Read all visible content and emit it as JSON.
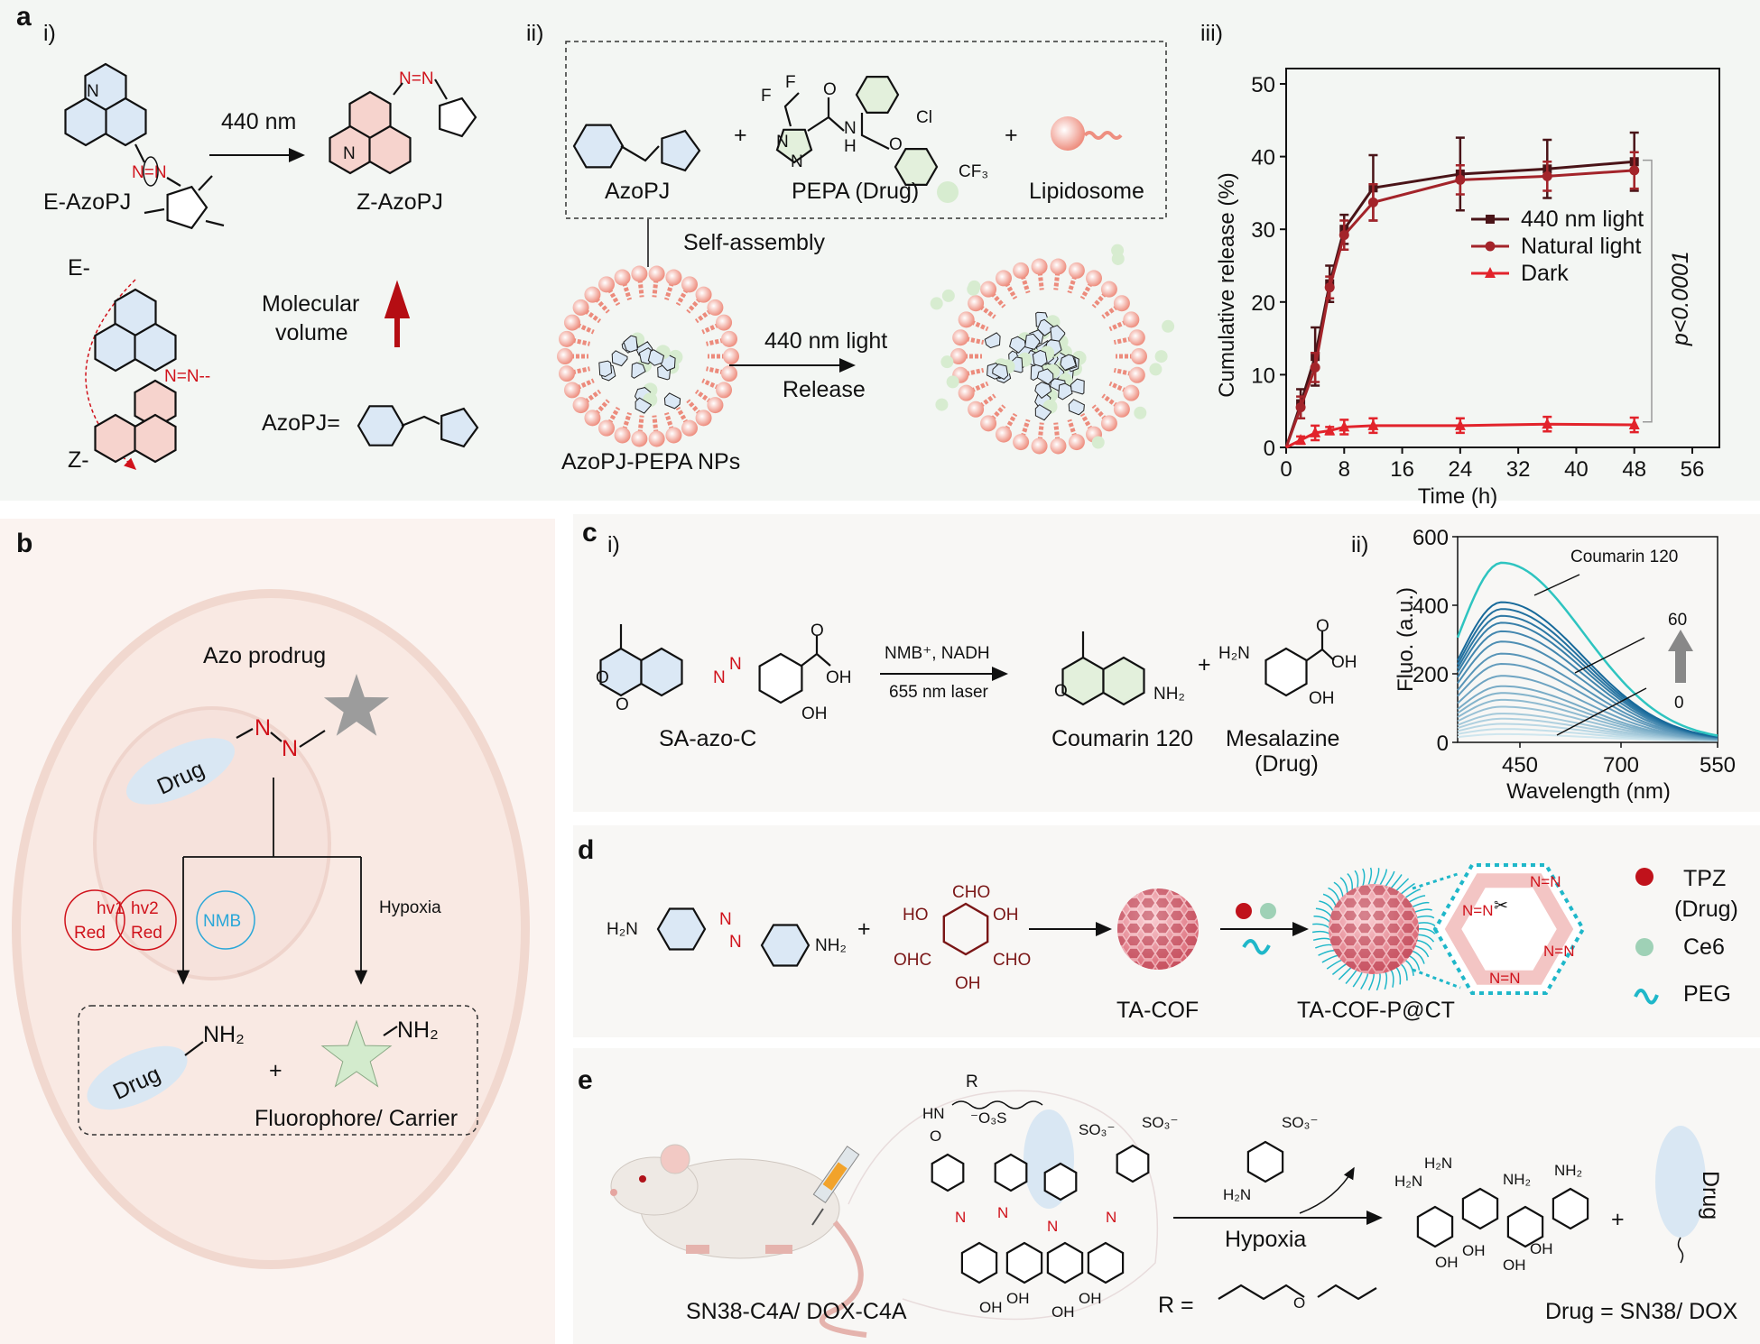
{
  "panels": {
    "a": {
      "letter": "a",
      "sub_i": "i)",
      "sub_ii": "ii)",
      "sub_iii": "iii)",
      "e_azopj": "E-AzoPJ",
      "z_azopj": "Z-AzoPJ",
      "light": "440 nm",
      "azo": "N=N",
      "azo_dash": "N=N--",
      "n": "N",
      "e_prefix": "E-",
      "z_prefix": "Z-",
      "molecular": "Molecular",
      "volume": "volume",
      "azopj_eq": "AzoPJ=",
      "azopj": "AzoPJ",
      "pepa": "PEPA (Drug)",
      "lipidosome": "Lipidosome",
      "plus": "+",
      "self_assembly": "Self-assembly",
      "nps": "AzoPJ-PEPA NPs",
      "light_440": "440 nm light",
      "release": "Release",
      "pepa_atoms": {
        "f": "F",
        "o": "O",
        "nh": "N",
        "h": "H",
        "cl": "Cl",
        "oe": "O",
        "cf3": "CF₃",
        "n1": "N",
        "n2": "N"
      }
    },
    "b": {
      "letter": "b",
      "azo_prodrug": "Azo prodrug",
      "drug": "Drug",
      "azo_n1": "N",
      "azo_n2": "N",
      "hv1": "hv1",
      "hv2": "hv2",
      "red": "Red",
      "nmb": "NMB",
      "hypoxia": "Hypoxia",
      "nh2": "NH₂",
      "plus": "+",
      "fluorophore": "Fluorophore/ Carrier"
    },
    "c": {
      "letter": "c",
      "sub_i": "i)",
      "sub_ii": "ii)",
      "sa_azo_c": "SA-azo-C",
      "reagent": "NMB⁺, NADH",
      "laser": "655 nm laser",
      "coumarin": "Coumarin 120",
      "mesalazine": "Mesalazine",
      "drug": "(Drug)",
      "plus": "+",
      "atoms": {
        "o": "O",
        "oh": "OH",
        "nh2": "NH₂",
        "h2n": "H₂N",
        "n": "N"
      }
    },
    "d": {
      "letter": "d",
      "h2n": "H₂N",
      "nh2": "NH₂",
      "n": "N",
      "plus": "+",
      "cho": "CHO",
      "ohc": "OHC",
      "ho": "HO",
      "oh": "OH",
      "ta_cof": "TA-COF",
      "ta_cof_pct": "TA-COF-P@CT",
      "azo_link": "N=N",
      "legend": [
        {
          "label": "TPZ",
          "label2": "(Drug)",
          "color": "#c0121b"
        },
        {
          "label": "Ce6",
          "color": "#9fd1b6"
        },
        {
          "label": "PEG",
          "color": "#1fb7c9"
        }
      ]
    },
    "e": {
      "letter": "e",
      "conjugate": "SN38-C4A/ DOX-C4A",
      "r_label": "R",
      "r_eq": "R =",
      "o": "O",
      "hn": "HN",
      "o3s": "⁻O₃S",
      "so3": "SO₃⁻",
      "h2n": "H₂N",
      "nh2": "NH₂",
      "oh": "OH",
      "hypoxia": "Hypoxia",
      "plus": "+",
      "drug": "Drug",
      "drug_eq": "Drug = SN38/ DOX"
    }
  },
  "chart_data": [
    {
      "id": "release",
      "type": "line",
      "xlabel": "Time (h)",
      "ylabel": "Cumulative release (%)",
      "xlim": [
        0,
        60
      ],
      "ylim": [
        0,
        52
      ],
      "xticks": [
        0,
        8,
        16,
        24,
        32,
        40,
        48,
        56
      ],
      "yticks": [
        0,
        10,
        20,
        30,
        40,
        50
      ],
      "x": [
        0,
        2,
        4,
        6,
        8,
        12,
        24,
        36,
        48
      ],
      "series": [
        {
          "name": "440 nm light",
          "color": "#4a1418",
          "marker": "square",
          "values": [
            0,
            6,
            12.5,
            22.5,
            30,
            35.7,
            37.6,
            38.3,
            39.3
          ],
          "errors": [
            0,
            2,
            4,
            2.5,
            2,
            4.5,
            5,
            4,
            4
          ]
        },
        {
          "name": "Natural light",
          "color": "#a3242a",
          "marker": "circle",
          "values": [
            0,
            5.5,
            11,
            22,
            29.2,
            33.7,
            36.8,
            37.3,
            38.1
          ],
          "errors": [
            0,
            1.5,
            2,
            1.5,
            2,
            2.5,
            2,
            2,
            2.5
          ]
        },
        {
          "name": "Dark",
          "color": "#e2232b",
          "marker": "triangle",
          "values": [
            0,
            1,
            2,
            2.3,
            2.8,
            3,
            3,
            3.2,
            3.1
          ],
          "errors": [
            0,
            0.5,
            1,
            0.5,
            1,
            1,
            1,
            1,
            1
          ]
        }
      ],
      "legend_position": "center-right",
      "annotation": "p<0.0001"
    },
    {
      "id": "spectrum",
      "type": "line",
      "xlabel": "Wavelength (nm)",
      "ylabel": "Fluo. (a.u.)",
      "ylim": [
        0,
        600
      ],
      "xticks": [
        "450",
        "700",
        "550"
      ],
      "yticks": [
        0,
        200,
        400,
        600
      ],
      "reference": {
        "name": "Coumarin 120",
        "peak": 520,
        "color": "#2ec4c0"
      },
      "time_series_peaks": [
        20,
        35,
        50,
        65,
        80,
        100,
        120,
        140,
        160,
        190,
        225,
        255,
        290,
        320,
        345,
        365,
        385,
        405
      ],
      "time_start_label": "0",
      "time_end_label": "60",
      "color_light": "#cfe6ee",
      "color_dark": "#17699a"
    }
  ]
}
